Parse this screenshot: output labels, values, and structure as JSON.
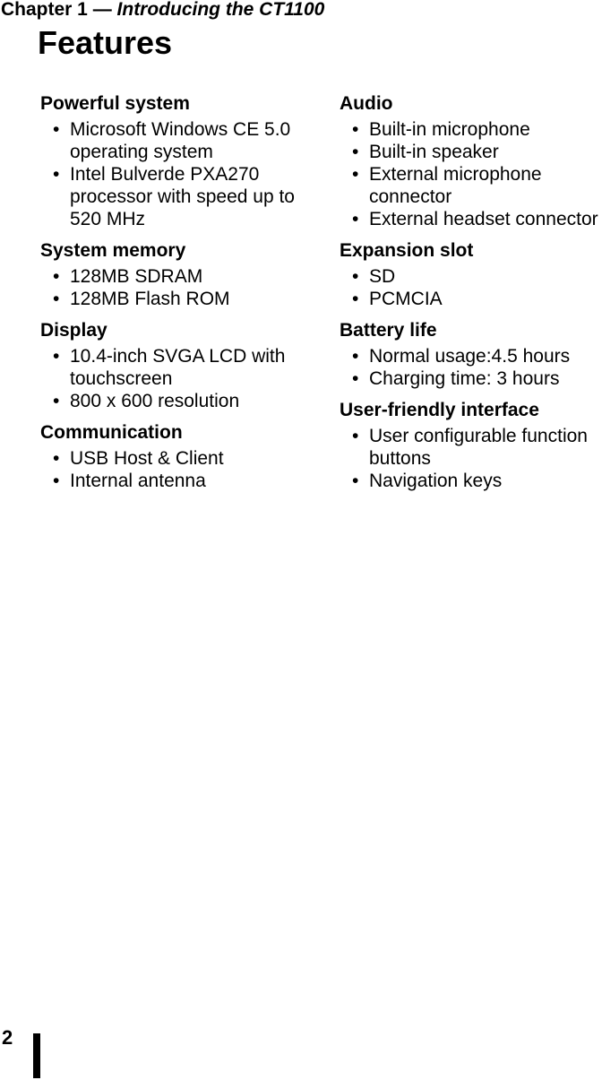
{
  "bullet_char": "•",
  "header": {
    "chapter_prefix": "Chapter 1 — ",
    "chapter_title": "Introducing the CT1100"
  },
  "page": {
    "title": "Features",
    "page_number": "2"
  },
  "columns": {
    "left": [
      {
        "heading": "Powerful system",
        "items": [
          "Microsoft Windows CE 5.0\noperating system",
          "Intel Bulverde PXA270\nprocessor with speed up to\n520 MHz"
        ]
      },
      {
        "heading": "System memory",
        "items": [
          "128MB SDRAM",
          "128MB Flash ROM"
        ]
      },
      {
        "heading": "Display",
        "items": [
          "10.4-inch SVGA LCD with\ntouchscreen",
          "800 x 600 resolution"
        ]
      },
      {
        "heading": "Communication",
        "items": [
          "USB Host & Client",
          "Internal antenna"
        ]
      }
    ],
    "right": [
      {
        "heading": "Audio",
        "items": [
          "Built-in microphone",
          "Built-in speaker",
          "External microphone\nconnector",
          "External headset connector"
        ]
      },
      {
        "heading": "Expansion slot",
        "items": [
          "SD",
          "PCMCIA"
        ]
      },
      {
        "heading": "Battery life",
        "items": [
          "Normal usage:4.5 hours",
          "Charging time: 3 hours"
        ]
      },
      {
        "heading": "User-friendly interface",
        "items": [
          "User configurable function\nbuttons",
          "Navigation keys"
        ]
      }
    ]
  }
}
